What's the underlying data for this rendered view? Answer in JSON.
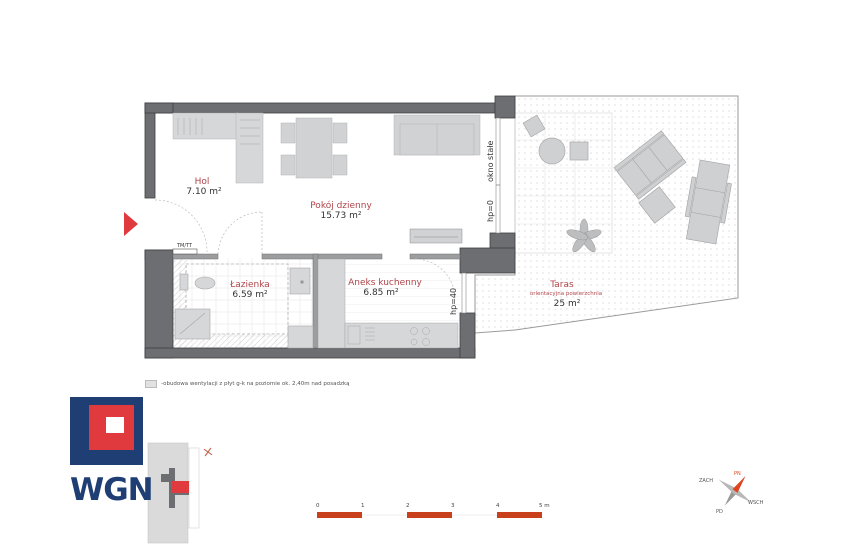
{
  "plan": {
    "rooms": [
      {
        "id": "hol",
        "name": "Hol",
        "area": "7.10 m²"
      },
      {
        "id": "pokoj",
        "name": "Pokój dzienny",
        "area": "15.73 m²"
      },
      {
        "id": "lazienka",
        "name": "Łazienka",
        "area": "6.59 m²"
      },
      {
        "id": "aneks",
        "name": "Aneks kuchenny",
        "area": "6.85 m²"
      },
      {
        "id": "taras",
        "name": "Taras",
        "note": "orientacyjna powierzchnia",
        "area": "25 m²"
      }
    ],
    "annotations": {
      "window_fixed": "okno stałe",
      "window_height_living": "hp=0",
      "window_height_kitchen": "hp=40",
      "installation_box": "TM/TT"
    },
    "entrance_marker_color": "#e03a3e",
    "wall_color": "#6d6e71",
    "furniture_color": "#d1d2d4",
    "label_color": "#b0454a"
  },
  "legend": {
    "text": "-obudowa wentylacji z płyt g-k na poziomie ok. 2,40m nad posadzką"
  },
  "scale_bar": {
    "ticks": [
      "0",
      "1",
      "2",
      "3",
      "4",
      "5 m"
    ],
    "bar_color": "#c8401c"
  },
  "compass": {
    "labels": {
      "ne": "PN",
      "nw": "ZACH",
      "se": "WSCH",
      "sw": "PD"
    }
  },
  "logo": {
    "text": "WGN",
    "navy": "#1f3f74",
    "red": "#e03a3e"
  }
}
